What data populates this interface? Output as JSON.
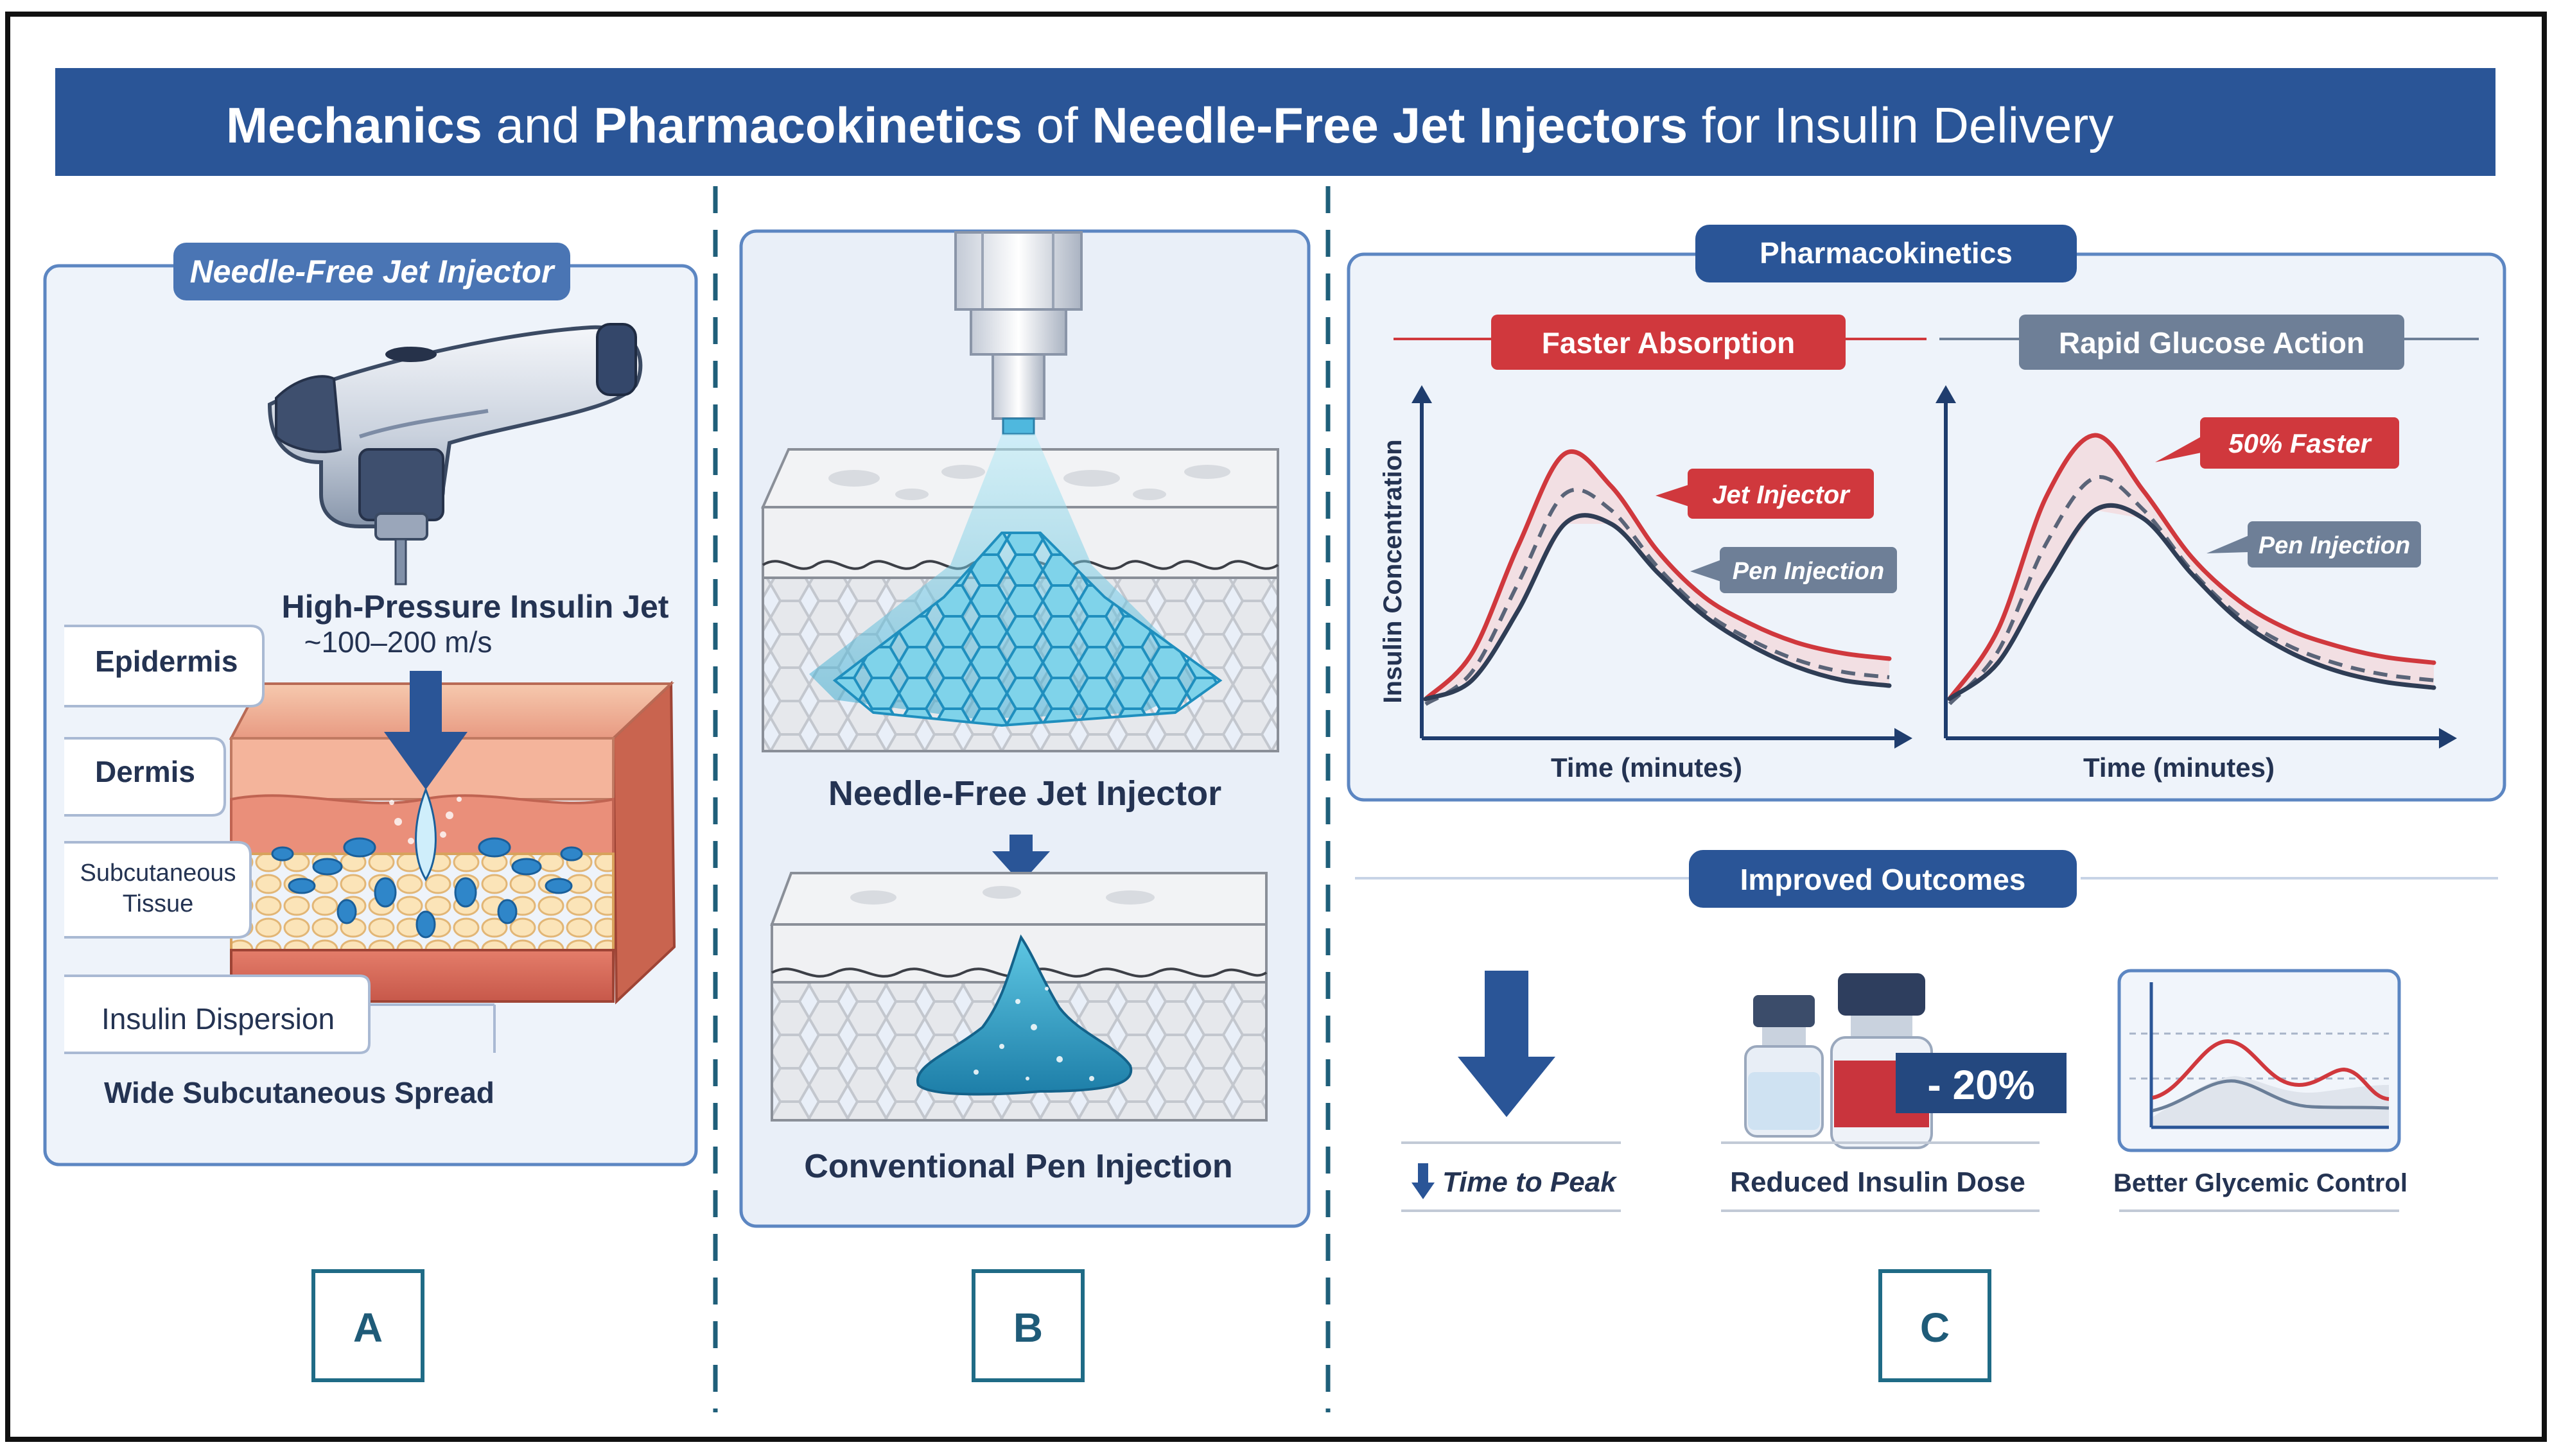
{
  "title": {
    "part1": "Mechanics",
    "part2": " and ",
    "part3": "Pharmacokinetics",
    "part4": " of ",
    "part5": "Needle-Free Jet Injectors",
    "part6": " for Insulin Delivery"
  },
  "panel_a": {
    "header": "Needle-Free Jet Injector",
    "jet_label_line1": "High-Pressure Insulin Jet",
    "jet_label_line2": "~100–200 m/s",
    "layers": {
      "epidermis": "Epidermis",
      "dermis": "Dermis",
      "subcutaneous_line1": "Subcutaneous",
      "subcutaneous_line2": "Tissue",
      "dispersion": "Insulin Dispersion",
      "spread": "Wide Subcutaneous Spread"
    },
    "letter": "A"
  },
  "panel_b": {
    "top_label": "Needle-Free Jet Injector",
    "bottom_label": "Conventional Pen Injection",
    "letter": "B"
  },
  "panel_c": {
    "pk_header": "Pharmacokinetics",
    "chart_left": {
      "header": "Faster Absorption",
      "ylabel": "Insulin Concentration",
      "xlabel": "Time (minutes)",
      "callout_jet": "Jet Injector",
      "callout_pen": "Pen Injection"
    },
    "chart_right": {
      "header": "Rapid Glucose Action",
      "xlabel": "Time (minutes)",
      "callout_faster": "50% Faster",
      "callout_pen": "Pen Injection"
    },
    "outcomes_header": "Improved Outcomes",
    "outcomes": {
      "time_to_peak": "Time to Peak",
      "reduced_dose": "Reduced Insulin Dose",
      "dose_badge": "- 20%",
      "glycemic": "Better Glycemic Control"
    },
    "letter": "C"
  },
  "colors": {
    "navy": "#1f4e8c",
    "red": "#d0383d",
    "gray_badge": "#6e7f97",
    "dark_curve": "#2f3d55"
  },
  "chart_data": [
    {
      "type": "line",
      "title": "Faster Absorption",
      "xlabel": "Time (minutes)",
      "ylabel": "Insulin Concentration",
      "x": [
        0,
        1,
        2,
        3,
        4,
        5,
        6,
        7,
        8,
        9,
        10
      ],
      "series": [
        {
          "name": "Jet Injector",
          "values": [
            0.05,
            0.22,
            0.62,
            0.96,
            0.84,
            0.6,
            0.43,
            0.33,
            0.26,
            0.22,
            0.2
          ]
        },
        {
          "name": "Pen Injection",
          "values": [
            0.05,
            0.12,
            0.38,
            0.7,
            0.7,
            0.52,
            0.36,
            0.25,
            0.17,
            0.12,
            0.1
          ]
        }
      ]
    },
    {
      "type": "line",
      "title": "Rapid Glucose Action",
      "xlabel": "Time (minutes)",
      "ylabel": "",
      "x": [
        0,
        1,
        2,
        3,
        4,
        5,
        6,
        7,
        8,
        9,
        10
      ],
      "series": [
        {
          "name": "50% Faster",
          "values": [
            0.05,
            0.3,
            0.78,
            1.0,
            0.8,
            0.56,
            0.4,
            0.3,
            0.24,
            0.2,
            0.18
          ]
        },
        {
          "name": "Pen Injection",
          "values": [
            0.05,
            0.18,
            0.48,
            0.73,
            0.7,
            0.5,
            0.33,
            0.22,
            0.15,
            0.11,
            0.09
          ]
        }
      ]
    }
  ]
}
